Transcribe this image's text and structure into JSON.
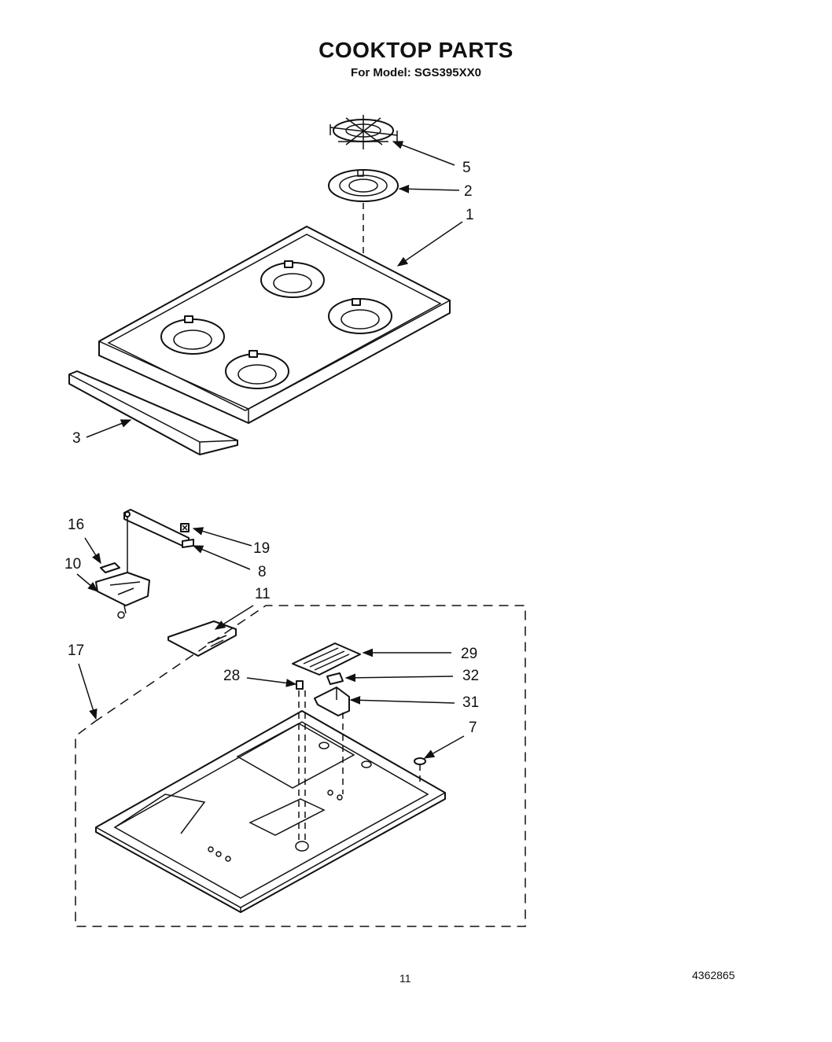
{
  "header": {
    "title": "COOKTOP PARTS",
    "subtitle": "For Model: SGS395XX0"
  },
  "callouts": {
    "c5": "5",
    "c2": "2",
    "c1": "1",
    "c3": "3",
    "c16": "16",
    "c10": "10",
    "c19": "19",
    "c8": "8",
    "c11": "11",
    "c17": "17",
    "c29": "29",
    "c32": "32",
    "c28": "28",
    "c31": "31",
    "c7": "7"
  },
  "footer": {
    "page_number": "11",
    "doc_number": "4362865"
  }
}
